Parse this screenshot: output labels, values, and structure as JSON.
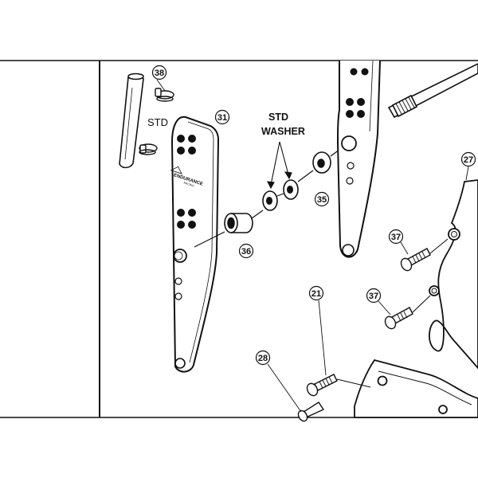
{
  "diagram": {
    "callouts": [
      {
        "id": "c38",
        "number": "38"
      },
      {
        "id": "c31",
        "number": "31"
      },
      {
        "id": "c35",
        "number": "35"
      },
      {
        "id": "c36",
        "number": "36"
      },
      {
        "id": "c27",
        "number": "27"
      },
      {
        "id": "c37a",
        "number": "37"
      },
      {
        "id": "c37b",
        "number": "37"
      },
      {
        "id": "c21",
        "number": "21"
      },
      {
        "id": "c28",
        "number": "28"
      }
    ],
    "labels": {
      "std_clamp": "STD",
      "std_washer_line1": "STD",
      "std_washer_line2": "WASHER"
    },
    "logo": {
      "brand": "ENDURANCE",
      "sub": "RACING"
    }
  }
}
